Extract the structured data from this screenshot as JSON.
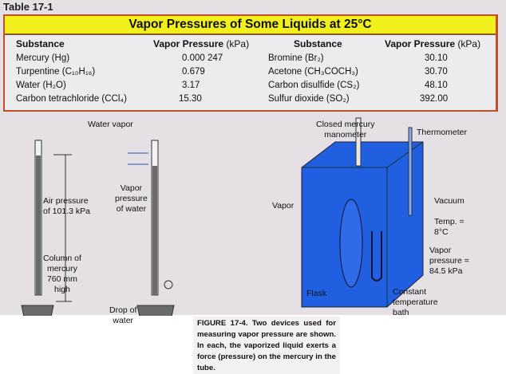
{
  "table_label": "Table 17-1",
  "table_title": "Vapor Pressures of Some Liquids at 25°C",
  "headers": {
    "substance": "Substance",
    "pressure": "Vapor Pressure",
    "unit": "(kPa)"
  },
  "left_rows": [
    {
      "substance": "Mercury (Hg)",
      "value": "0.000 247"
    },
    {
      "substance": "Turpentine (C₁₀H₁₆)",
      "value": "0.679"
    },
    {
      "substance": "Water (H₂O)",
      "value": "3.17"
    },
    {
      "substance": "Carbon tetrachloride (CCl₄)",
      "value": "15.30"
    }
  ],
  "right_rows": [
    {
      "substance": "Bromine (Br₂)",
      "value": "30.10"
    },
    {
      "substance": "Acetone (CH₃COCH₃)",
      "value": "30.70"
    },
    {
      "substance": "Carbon disulfide (CS₂)",
      "value": "48.10"
    },
    {
      "substance": "Sulfur dioxide (SO₂)",
      "value": "392.00"
    }
  ],
  "figure": {
    "water_vapor": "Water vapor",
    "air_pressure": [
      "Air pressure",
      "of 101.3 kPa"
    ],
    "vapor_pressure_water": [
      "Vapor",
      "pressure",
      "of water"
    ],
    "column": [
      "Column of",
      "mercury",
      "760 mm",
      "high"
    ],
    "drop": [
      "Drop of",
      "water"
    ],
    "closed_manometer": [
      "Closed mercury",
      "manometer"
    ],
    "thermometer": "Thermometer",
    "vacuum": "Vacuum",
    "vapor": "Vapor",
    "temp": [
      "Temp. =",
      "8°C"
    ],
    "vapor_pressure": [
      "Vapor",
      "pressure =",
      "84.5 kPa"
    ],
    "flask": "Flask",
    "bath": [
      "Constant",
      "temperature",
      "bath"
    ]
  },
  "caption": "FIGURE 17-4. Two devices used for measuring vapor pressure are shown. In each, the vaporized liquid exerts a force (pressure) on the mercury in the tube.",
  "colors": {
    "title_bar": "#f2f01c",
    "border": "#c0502a",
    "bath": "#1f5fe0"
  }
}
